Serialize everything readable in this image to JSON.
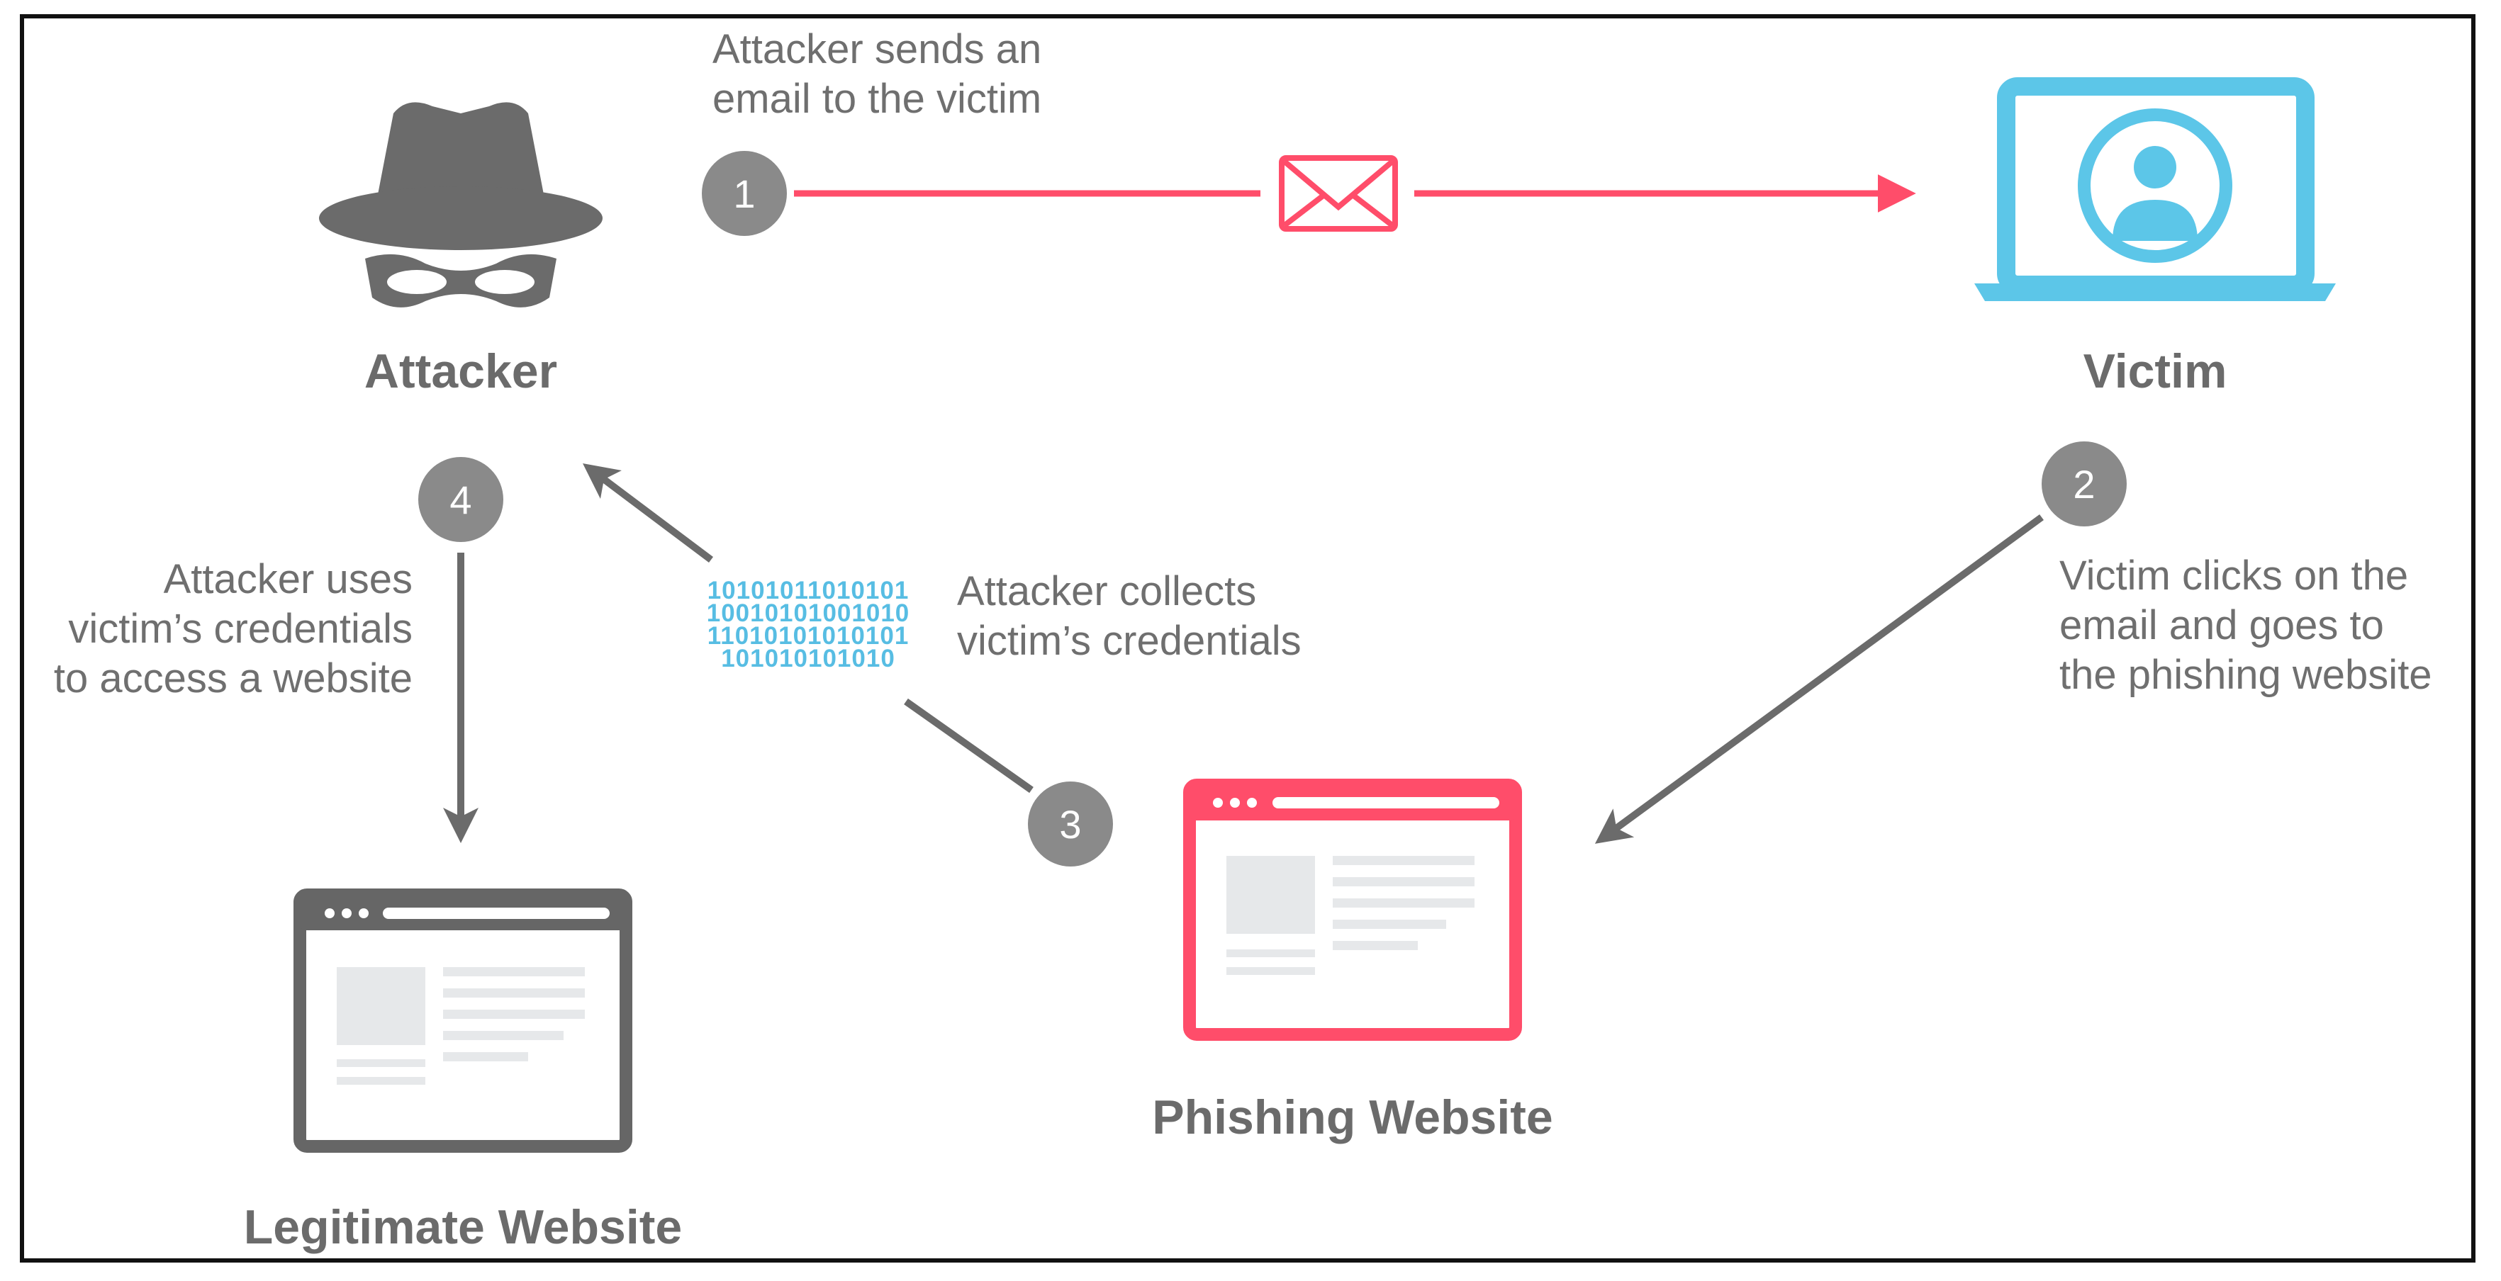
{
  "nodes": {
    "attacker": "Attacker",
    "victim": "Victim",
    "phishing": "Phishing Website",
    "legitimate": "Legitimate Website"
  },
  "steps": {
    "one": {
      "number": "1",
      "text": "Attacker sends an\nemail to the victim"
    },
    "two": {
      "number": "2",
      "text": "Victim clicks on the\nemail and goes to\nthe phishing website"
    },
    "three": {
      "number": "3",
      "text": "Attacker collects\nvictim’s credentials"
    },
    "four": {
      "number": "4",
      "text": "Attacker uses\nvictim’s credentials\nto access a website"
    }
  },
  "binary": "10101011010101\n10010101001010\n11010101010101\n101010101010",
  "icons": {
    "attacker": "spy-hat-mask-icon",
    "victim": "laptop-user-icon",
    "email": "envelope-icon",
    "phishing": "browser-window-icon",
    "legitimate": "browser-window-icon"
  },
  "colors": {
    "red": "#ff4d6a",
    "blue": "#5cc6e8",
    "gray": "#8a8a8a",
    "dark_gray": "#666666"
  }
}
